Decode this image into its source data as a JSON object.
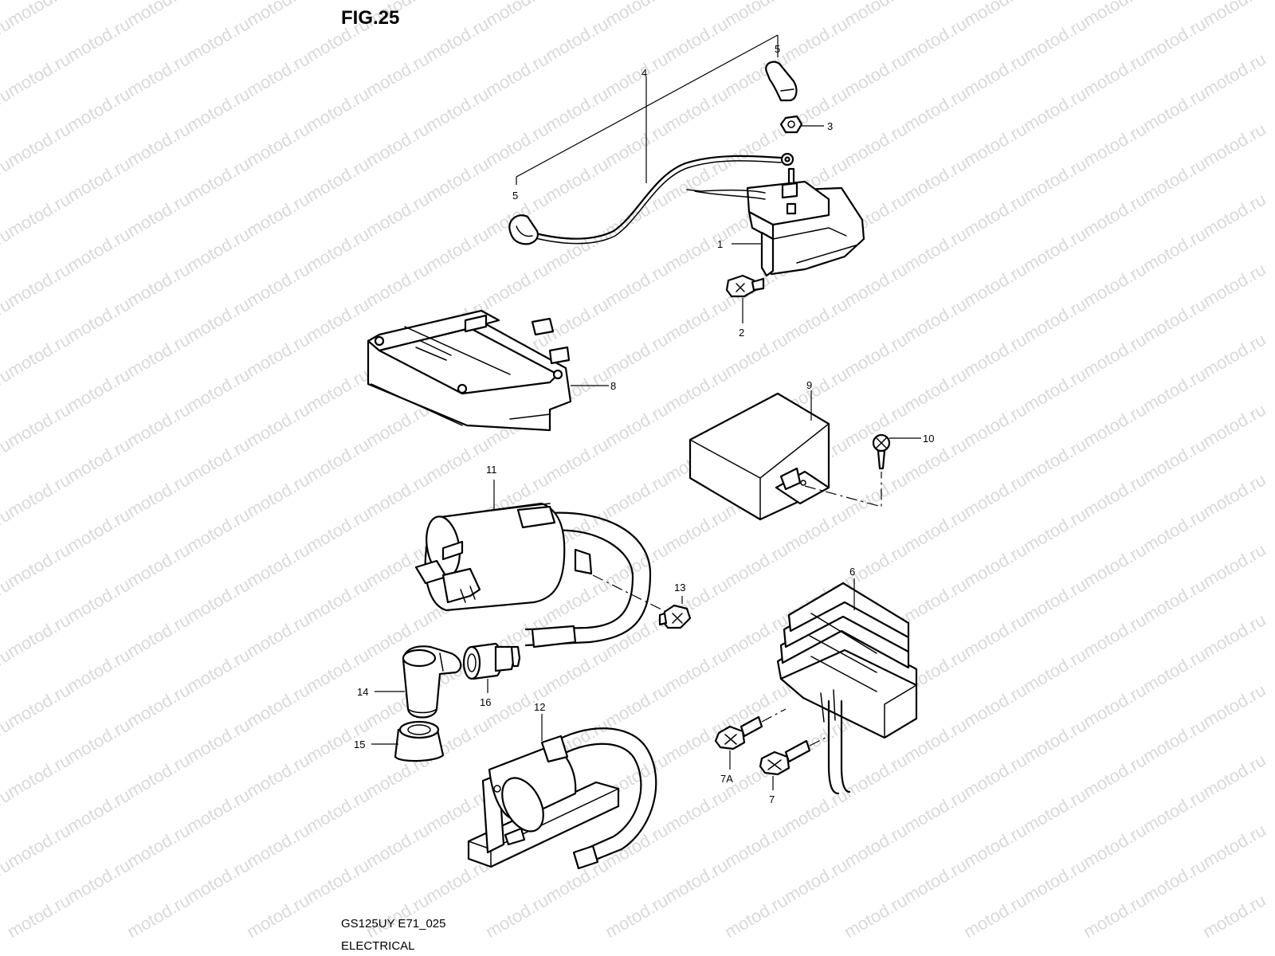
{
  "figure": {
    "title": "FIG.25",
    "model_code": "GS125UY E71_025",
    "section_name": "ELECTRICAL"
  },
  "watermark": {
    "text": "motod.ru"
  },
  "callouts": {
    "c1": "1",
    "c2": "2",
    "c3": "3",
    "c4": "4",
    "c5a": "5",
    "c5b": "5",
    "c6": "6",
    "c7": "7",
    "c7a": "7A",
    "c8": "8",
    "c9": "9",
    "c10": "10",
    "c11": "11",
    "c12": "12",
    "c13": "13",
    "c14": "14",
    "c15": "15",
    "c16": "16"
  },
  "parts": [
    {
      "ref": "1",
      "icon": "starter-relay-icon"
    },
    {
      "ref": "2",
      "icon": "screw-icon"
    },
    {
      "ref": "3",
      "icon": "nut-icon"
    },
    {
      "ref": "4",
      "icon": "lead-wire-icon"
    },
    {
      "ref": "5",
      "icon": "terminal-cap-icon"
    },
    {
      "ref": "6",
      "icon": "regulator-rectifier-icon"
    },
    {
      "ref": "7",
      "icon": "bolt-icon"
    },
    {
      "ref": "7A",
      "icon": "bolt-icon"
    },
    {
      "ref": "8",
      "icon": "cdi-unit-icon"
    },
    {
      "ref": "9",
      "icon": "control-unit-icon"
    },
    {
      "ref": "10",
      "icon": "screw-icon"
    },
    {
      "ref": "11",
      "icon": "ignition-coil-icon"
    },
    {
      "ref": "12",
      "icon": "ignition-coil-icon"
    },
    {
      "ref": "13",
      "icon": "screw-icon"
    },
    {
      "ref": "14",
      "icon": "plug-cap-icon"
    },
    {
      "ref": "15",
      "icon": "plug-cap-cover-icon"
    },
    {
      "ref": "16",
      "icon": "plug-cap-seal-icon"
    }
  ]
}
